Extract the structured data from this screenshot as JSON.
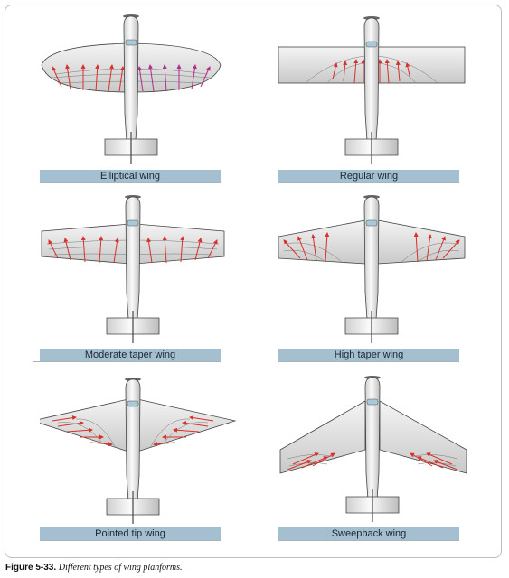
{
  "panels": [
    {
      "label": "Elliptical wing"
    },
    {
      "label": "Regular wing"
    },
    {
      "label": "Moderate taper wing"
    },
    {
      "label": "High taper wing"
    },
    {
      "label": "Pointed tip wing"
    },
    {
      "label": "Sweepback wing"
    }
  ],
  "caption": {
    "figure": "Figure 5-33.",
    "text": "Different types of wing planforms."
  },
  "colors": {
    "label_bar": "#a4bfd0",
    "arrow_red": "#d9302a",
    "arrow_magenta": "#b32c8c",
    "frame": "#b9bfc6"
  }
}
